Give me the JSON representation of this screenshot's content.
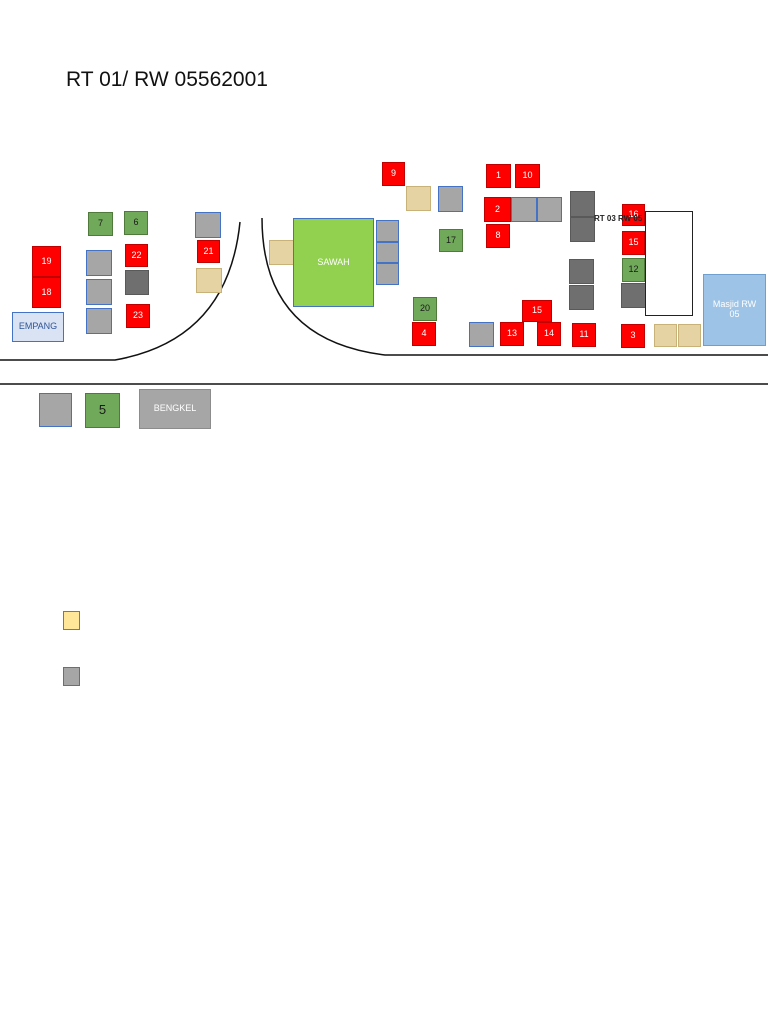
{
  "title": "RT 01/ RW 05562001",
  "labels": {
    "empang": "EMPANG",
    "sawah": "SAWAH",
    "bengkel": "BENGKEL",
    "masjid": "Masjid RW 05",
    "rt03": "RT 03 RW 05"
  },
  "houses": {
    "h1": "1",
    "h2": "2",
    "h3": "3",
    "h4": "4",
    "h5": "5",
    "h6": "6",
    "h7": "7",
    "h8": "8",
    "h9": "9",
    "h10": "10",
    "h11": "11",
    "h12": "12",
    "h13": "13",
    "h14": "14",
    "h15a": "15",
    "h15b": "15",
    "h17": "17",
    "h18": "18",
    "h19": "19",
    "h20": "20",
    "h21": "21",
    "h22": "22",
    "h23": "23",
    "h16": "16"
  },
  "colors": {
    "red_house": "#ff0000",
    "green_house": "#70a95a",
    "gray_house": "#a6a6a6",
    "dark_gray_house": "#6f6f6f",
    "tan_house": "#e6d3a3",
    "sawah": "#92d050",
    "masjid": "#9dc3e6",
    "legend_yellow": "#ffe699"
  }
}
